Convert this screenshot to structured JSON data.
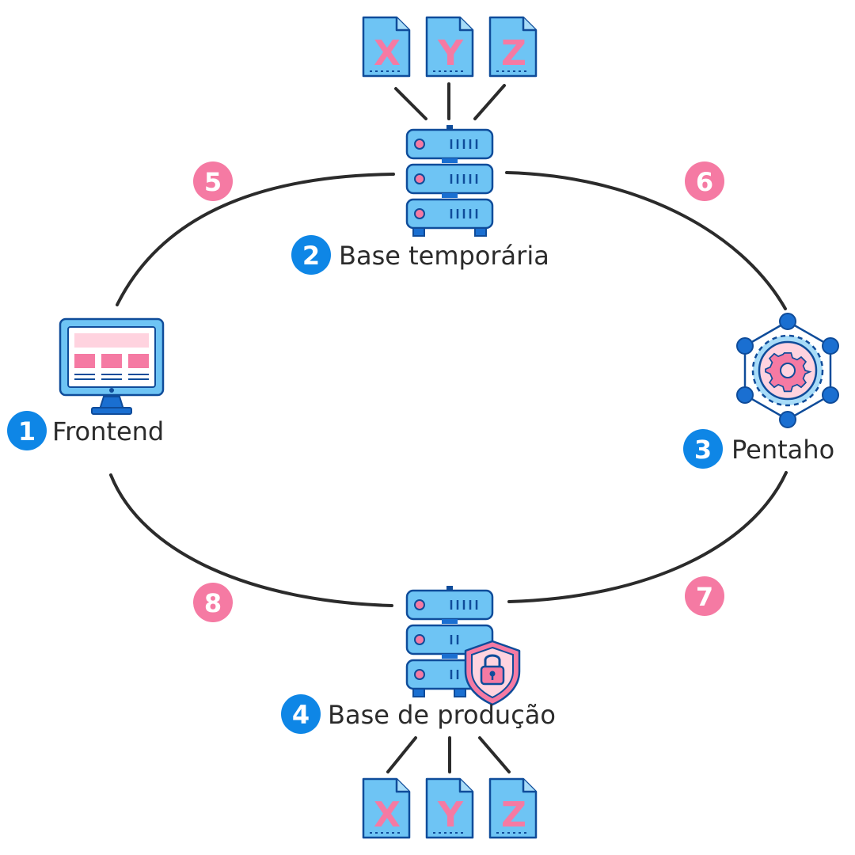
{
  "colors": {
    "edge": "#2b2b2b",
    "blue_fill": "#6ec4f4",
    "blue_light": "#a8dcf8",
    "blue_dark": "#1a6fd1",
    "outline": "#0f4c9a",
    "pink": "#f57aa3",
    "pink_light": "#ffd3df",
    "number_badge": "#0e86e6",
    "step_badge": "#f57aa3",
    "label_text": "#2b2b2b"
  },
  "nodes": {
    "frontend": {
      "number": "1",
      "label": "Frontend",
      "icon": "monitor-icon"
    },
    "temp_db": {
      "number": "2",
      "label": "Base temporária",
      "icon": "server-icon"
    },
    "pentaho": {
      "number": "3",
      "label": "Pentaho",
      "icon": "gear-network-icon"
    },
    "prod_db": {
      "number": "4",
      "label": "Base de produção",
      "icon": "secure-server-icon"
    }
  },
  "files_top": [
    "X",
    "Y",
    "Z"
  ],
  "files_bottom": [
    "X",
    "Y",
    "Z"
  ],
  "steps": [
    "5",
    "6",
    "7",
    "8"
  ]
}
